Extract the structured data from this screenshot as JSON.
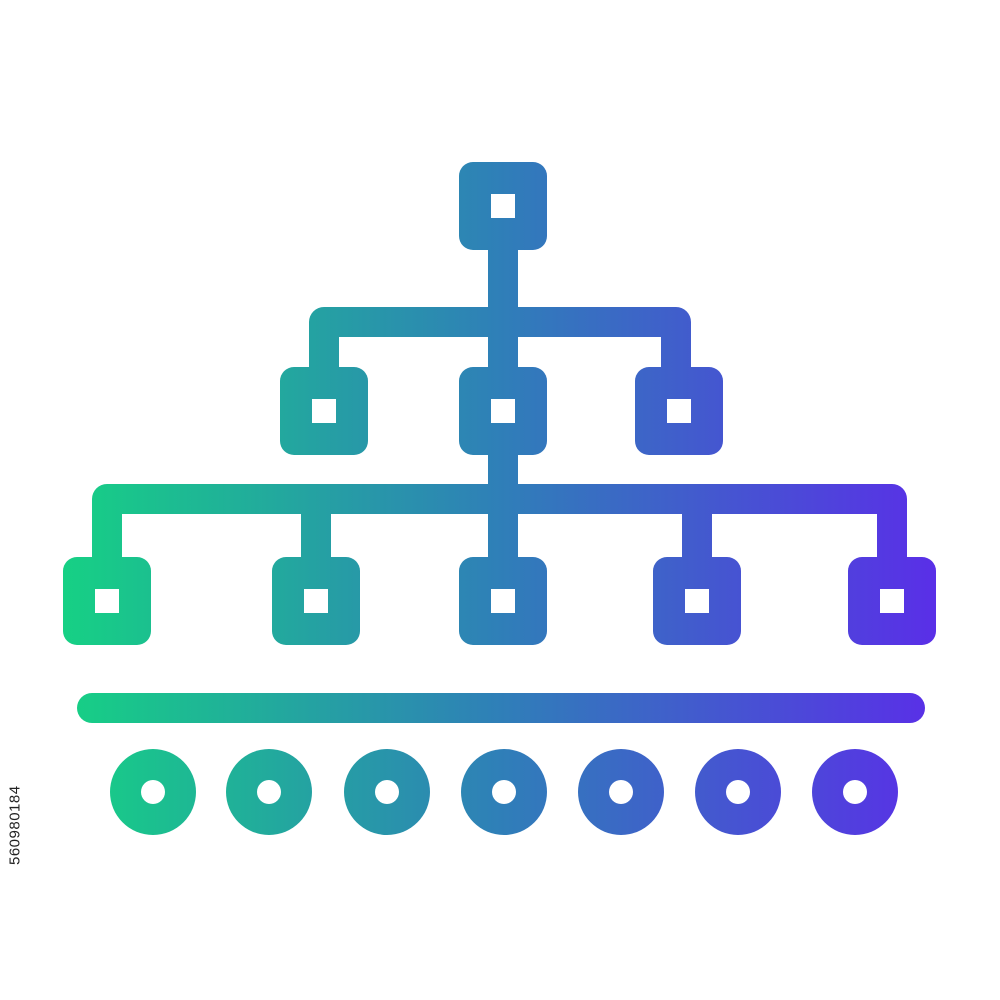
{
  "colors": {
    "gradient_start": "#16d184",
    "gradient_mid": "#2f7fb8",
    "gradient_end": "#5a2ee8",
    "background": "#ffffff"
  },
  "icon": {
    "name": "hierarchy-structure-icon",
    "nodes_top": 1,
    "nodes_middle": 3,
    "nodes_bottom": 5,
    "circles": 7
  },
  "stock_id": "560980184"
}
